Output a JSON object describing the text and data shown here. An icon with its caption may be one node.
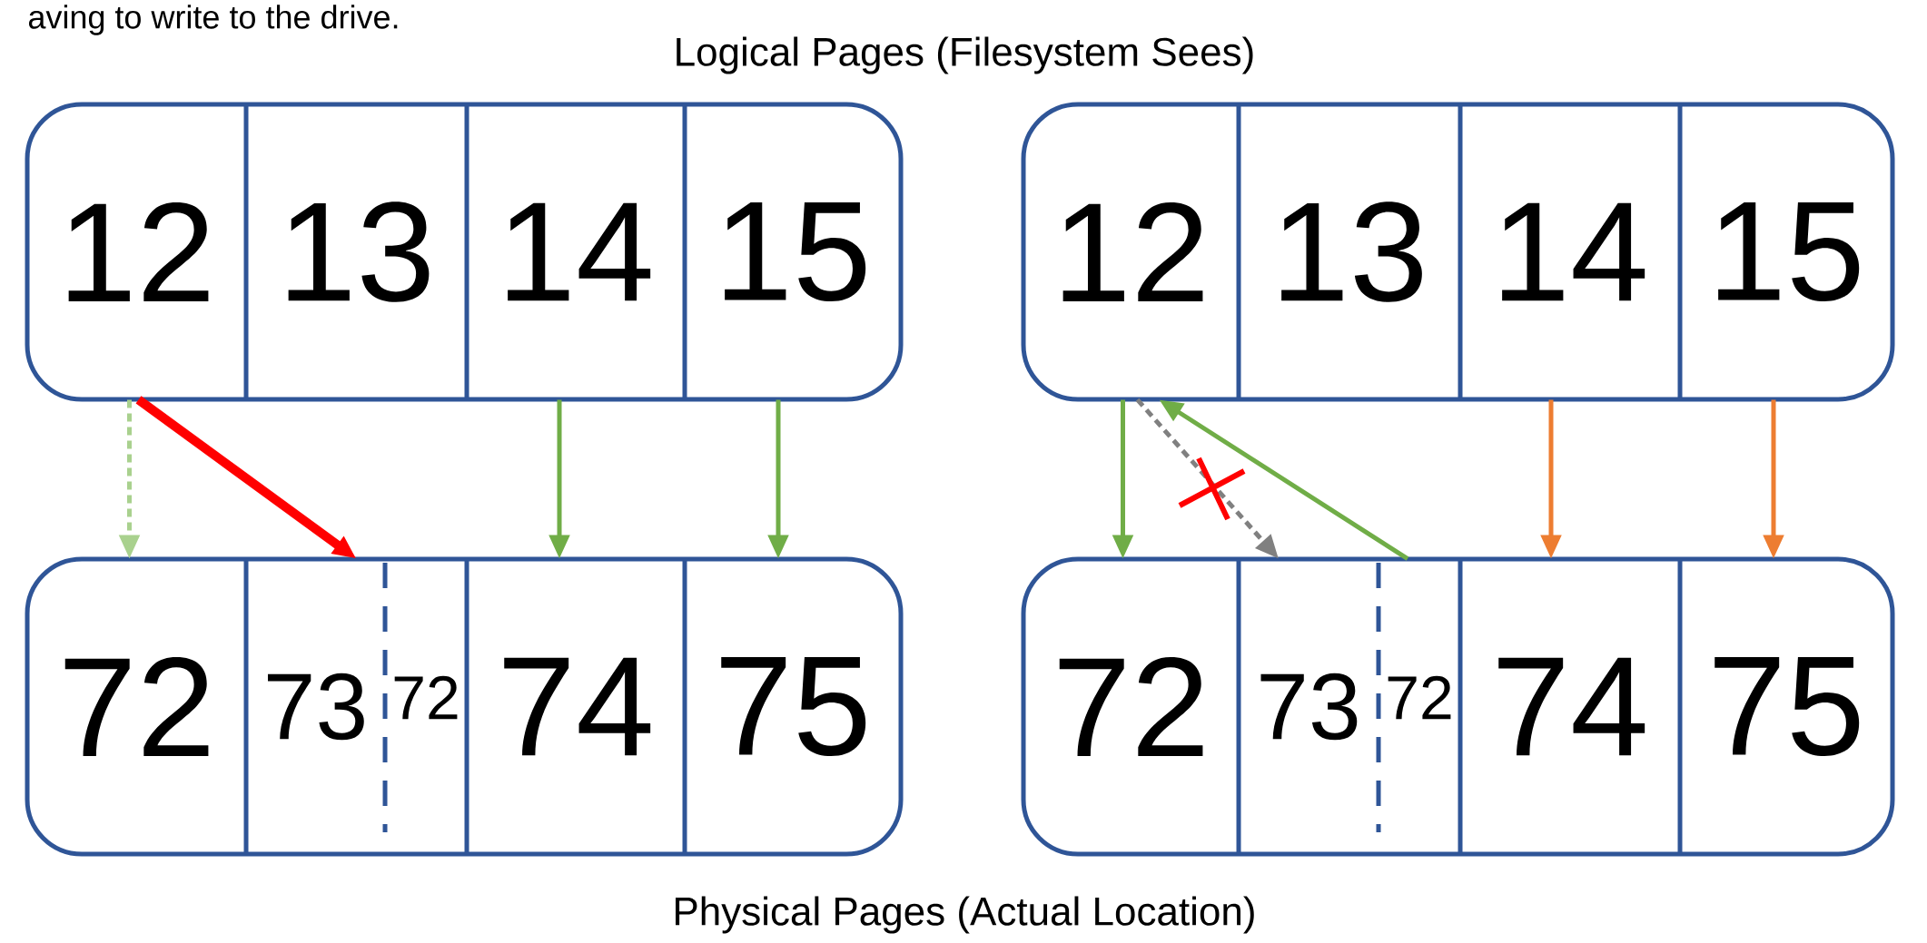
{
  "diagram": {
    "nodes": [
      {
        "text": [],
        "shape": "box"
      },
      {
        "text": [
          "12"
        ],
        "in": 0
      },
      {
        "text": [
          "13"
        ],
        "in": 0
      },
      {
        "text": [
          "14"
        ],
        "in": 0
      },
      {
        "text": [
          "15"
        ],
        "in": 0
      },
      {
        "text": [],
        "shape": "box"
      },
      {
        "text": [
          "12"
        ],
        "in": 5
      },
      {
        "text": [
          "13"
        ],
        "in": 5
      },
      {
        "text": [
          "14"
        ],
        "in": 5
      },
      {
        "text": [
          "15"
        ],
        "in": 5
      },
      {
        "text": [],
        "shape": "box"
      },
      {
        "text": [
          "72"
        ],
        "in": 10
      },
      {
        "text": [
          "73",
          "72"
        ],
        "in": 10
      },
      {
        "text": [
          "74"
        ],
        "in": 10
      },
      {
        "text": [
          "75"
        ],
        "in": 10
      },
      {
        "text": [],
        "shape": "box"
      },
      {
        "text": [
          "72"
        ],
        "in": 15
      },
      {
        "text": [
          "73",
          "72"
        ],
        "in": 15
      },
      {
        "text": [
          "74"
        ],
        "in": 15
      },
      {
        "text": [
          "75"
        ],
        "in": 15
      }
    ],
    "edges": [
      {
        "from": 1,
        "to": 11,
        "arrow": "to",
        "style": "dashed",
        "color": "#a9d18e"
      },
      {
        "from": 1,
        "to": 12,
        "arrow": "to",
        "style": "thick",
        "color": "#ff0000"
      },
      {
        "from": 3,
        "to": 13,
        "arrow": "to"
      },
      {
        "from": 4,
        "to": 14,
        "arrow": "to"
      },
      {
        "from": 6,
        "to": 16,
        "arrow": "to"
      },
      {
        "from": 6,
        "to": 17,
        "arrow": "to",
        "style": "dashed",
        "color": "#808080"
      },
      {
        "from": 17,
        "to": 6,
        "arrow": "to"
      },
      {
        "from": 8,
        "to": 18,
        "arrow": "to",
        "color": "#ed7d31"
      },
      {
        "from": 9,
        "to": 19,
        "arrow": "to",
        "color": "#ed7d31"
      }
    ],
    "labels": [
      "aving to write to the drive.",
      "Logical Pages (Filesystem Sees)",
      "Physical Pages (Actual Location)"
    ]
  }
}
